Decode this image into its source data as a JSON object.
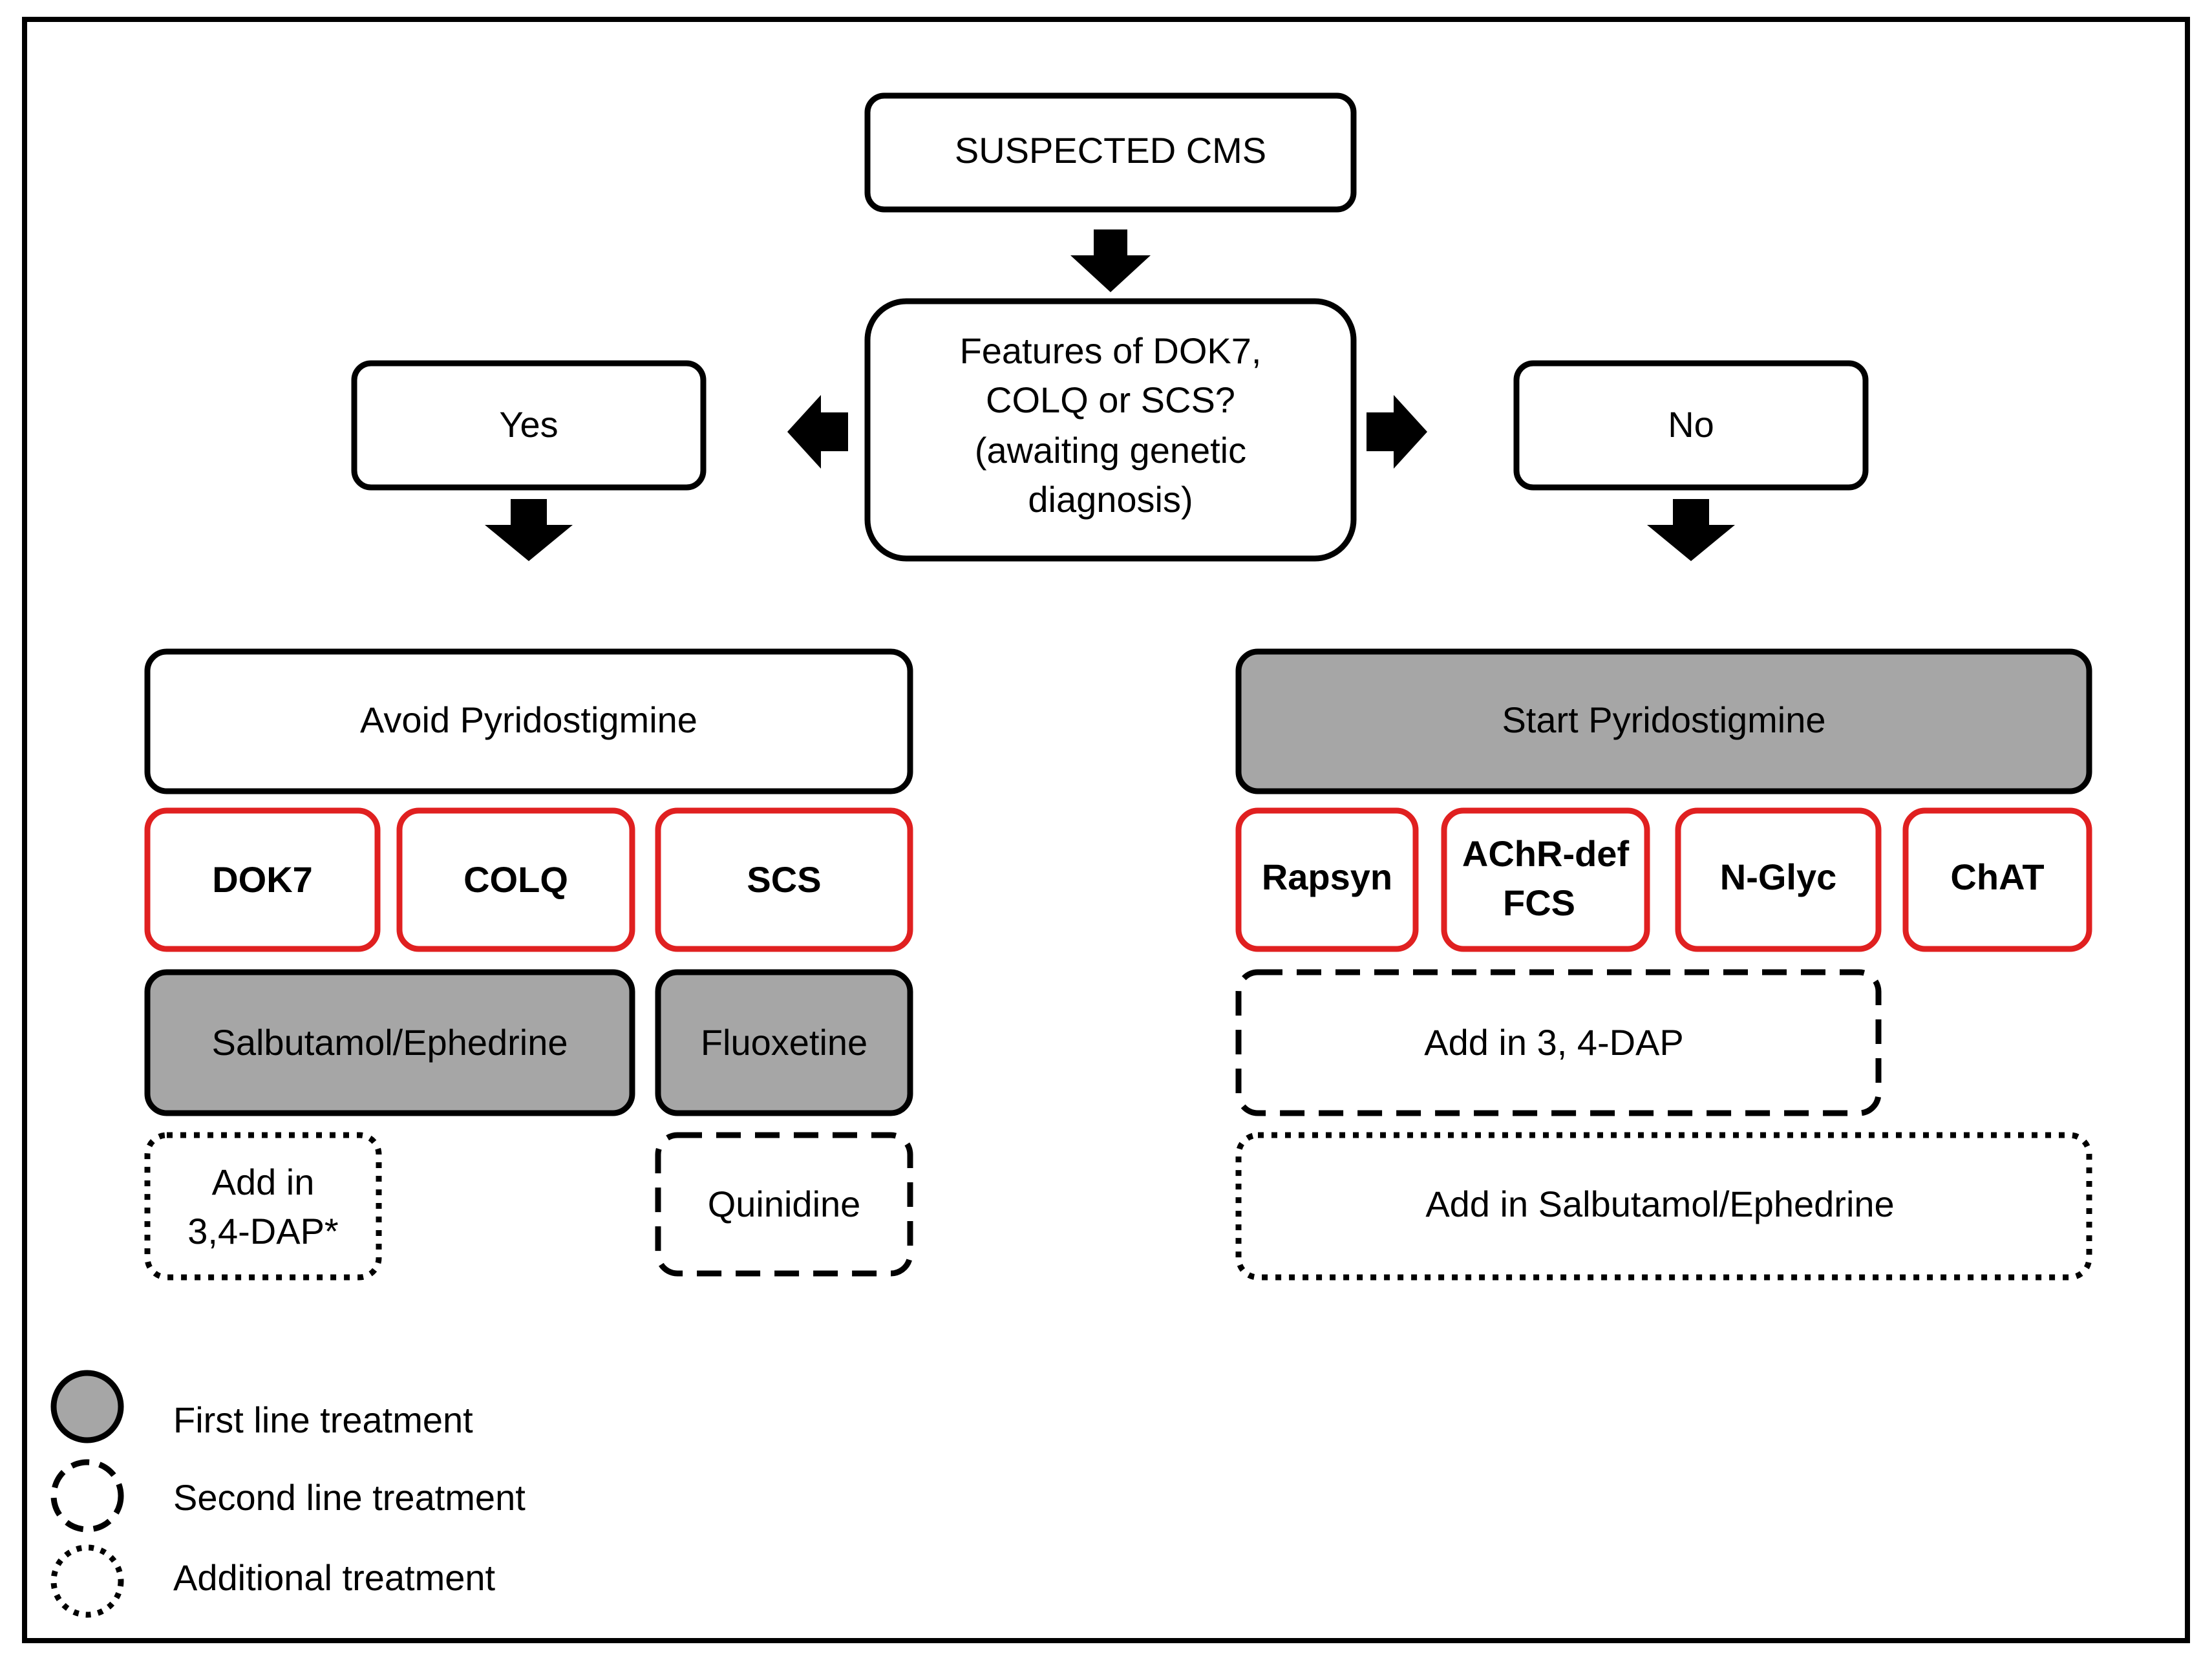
{
  "nodes": {
    "suspected": "SUSPECTED CMS",
    "features": [
      "Features of DOK7,",
      "COLQ or SCS?",
      "(awaiting genetic",
      "diagnosis)"
    ],
    "yes": "Yes",
    "no": "No",
    "avoid": "Avoid Pyridostigmine",
    "start": "Start Pyridostigmine",
    "dok7": "DOK7",
    "colq": "COLQ",
    "scs": "SCS",
    "rapsyn": "Rapsyn",
    "achr": [
      "AChR-def",
      "FCS"
    ],
    "nglyc": "N-Glyc",
    "chat": "ChAT",
    "salbutamol": "Salbutamol/Ephedrine",
    "fluoxetine": "Fluoxetine",
    "add_dap_left": [
      "Add in",
      "3,4-DAP*"
    ],
    "quinidine": "Quinidine",
    "add_dap_right": "Add in 3, 4-DAP",
    "add_salbutamol": "Add in Salbutamol/Ephedrine"
  },
  "legend": {
    "first": "First line treatment",
    "second": "Second line treatment",
    "additional": "Additional treatment"
  },
  "colors": {
    "stroke": "#000000",
    "gene_border": "#e02020",
    "first_line_fill": "#a6a6a6",
    "background": "#ffffff"
  }
}
